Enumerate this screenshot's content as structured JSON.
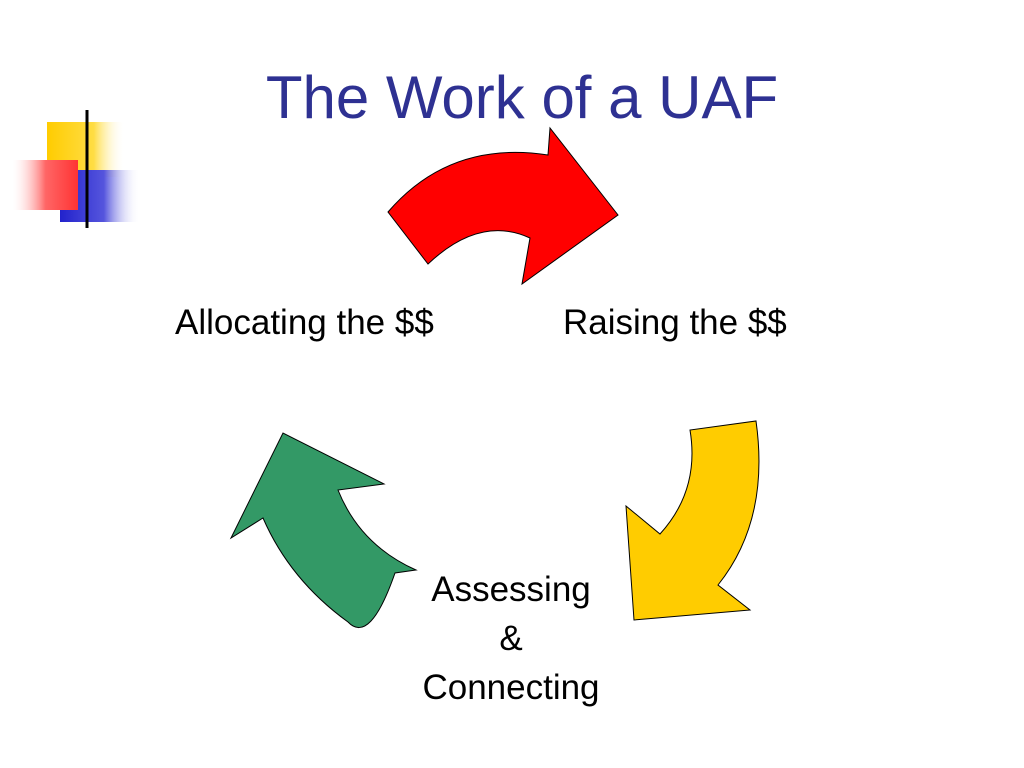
{
  "slide": {
    "title": "The Work of a UAF"
  },
  "cycle": {
    "steps": [
      {
        "label": "Raising the $$",
        "arrow_color": "#ff0000"
      },
      {
        "label_lines": [
          "Assessing",
          "&",
          "Connecting"
        ],
        "arrow_color": "#ffcc00"
      },
      {
        "label": "Allocating the $$",
        "arrow_color": "#339966"
      }
    ]
  },
  "colors": {
    "title": "#2e3192",
    "logo_yellow": "#ffcc00",
    "logo_blue": "#3333cc",
    "logo_red": "#ff3333"
  }
}
